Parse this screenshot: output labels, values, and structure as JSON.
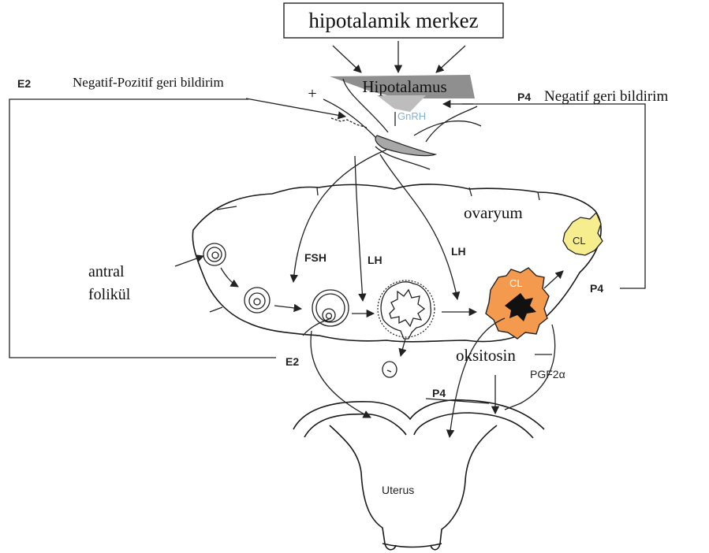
{
  "title": "hipotalamik merkez",
  "hypothalamus_label": "Hipotalamus",
  "gnrh_label": "GnRH",
  "plus_sign": "+",
  "feedback": {
    "e2_tag": "E2",
    "e2_text": "Negatif-Pozitif geri bildirim",
    "p4_tag": "P4",
    "p4_text": "Negatif geri bildirim"
  },
  "hormones": {
    "fsh": "FSH",
    "lh_1": "LH",
    "lh_2": "LH",
    "e2": "E2",
    "p4_right": "P4",
    "p4_bottom": "P4",
    "pgf2a": "PGF2α",
    "oxytocin": "oksitosin"
  },
  "structures": {
    "ovary": "ovaryum",
    "antral_line1": "antral",
    "antral_line2": "folikül",
    "cl_small": "CL",
    "cl_large": "CL",
    "uterus": "Uterus"
  },
  "colors": {
    "hypothalamus_fill": "#8f8f8f",
    "gnrh_text": "#7fb5c8",
    "cl_large_fill": "#f39a4f",
    "cl_small_fill": "#f6ee8e",
    "line": "#222222"
  }
}
